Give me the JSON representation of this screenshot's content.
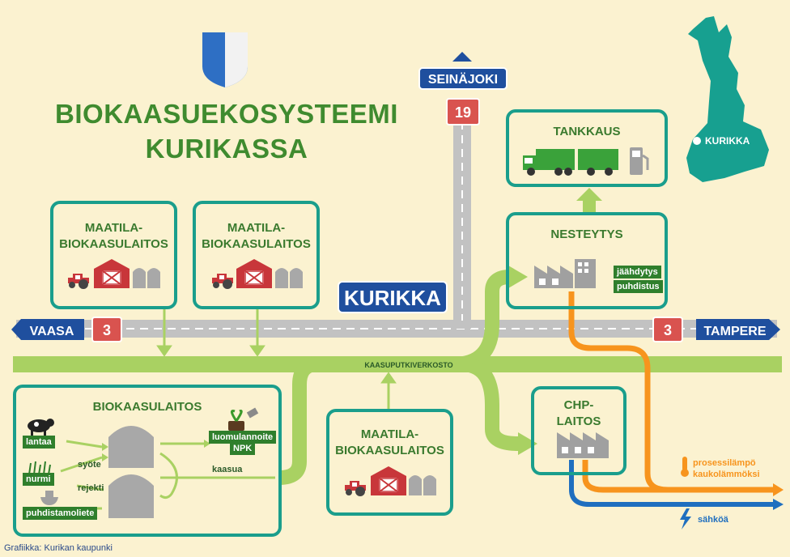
{
  "title": {
    "line1": "BIOKAASUEKOSYSTEEMI",
    "line2": "KURIKASSA"
  },
  "roads": {
    "west": "VAASA",
    "east": "TAMPERE",
    "north": "SEINÄJOKI",
    "center": "KURIKKA",
    "route_3": "3",
    "route_19": "19"
  },
  "pipeline_label": "KAASUPUTKIVERKOSTO",
  "farm_plant": {
    "line1": "MAATILA-",
    "line2": "BIOKAASULAITOS"
  },
  "biogas_plant": {
    "title": "BIOKAASULAITOS",
    "inputs": [
      "lantaa",
      "nurmi",
      "puhdistamoliete"
    ],
    "syote": "syöte",
    "rejekti": "rejekti",
    "output_fertilizer": {
      "line1": "luomulannoite",
      "line2": "NPK"
    },
    "output_gas": "kaasua"
  },
  "liquefaction": {
    "title": "NESTEYTYS",
    "tags": [
      "jäähdytys",
      "puhdistus"
    ]
  },
  "refueling": {
    "title": "TANKKAUS"
  },
  "chp": {
    "line1": "CHP-",
    "line2": "LAITOS"
  },
  "outputs": {
    "heat_line1": "prosessilämpö",
    "heat_line2": "kaukolämmöksi",
    "electricity": "sähköä"
  },
  "map_label": "KURIKKA",
  "credit": "Grafiikka: Kurikan kaupunki",
  "colors": {
    "green_text": "#3f8b2f",
    "teal": "#1a9e8c",
    "pipe": "#a9d162",
    "road": "#c2c2c2",
    "sign_blue": "#1f4f9e",
    "route_red": "#d9534f",
    "heat": "#f7941d",
    "power": "#1f6fbf"
  }
}
